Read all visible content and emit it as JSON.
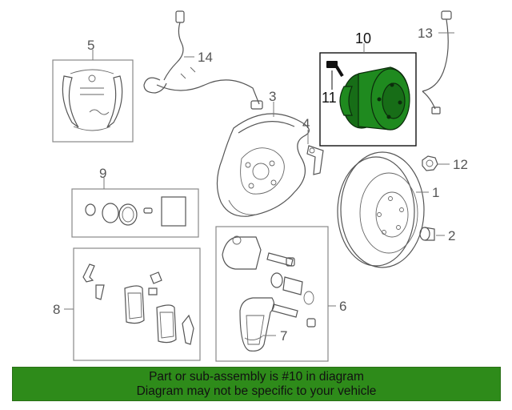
{
  "callouts": {
    "c1": "1",
    "c2": "2",
    "c3": "3",
    "c4": "4",
    "c5": "5",
    "c6": "6",
    "c7": "7",
    "c8": "8",
    "c9": "9",
    "c10": "10",
    "c11": "11",
    "c12": "12",
    "c13": "13",
    "c14": "14"
  },
  "highlighted_part": "10",
  "colors": {
    "highlight": "#1f8a1f",
    "banner_bg": "#2e8b1a",
    "line": "#555555"
  },
  "banner": {
    "line1": "Part or sub-assembly is #10 in diagram",
    "line2": "Diagram may not be specific to your vehicle"
  }
}
